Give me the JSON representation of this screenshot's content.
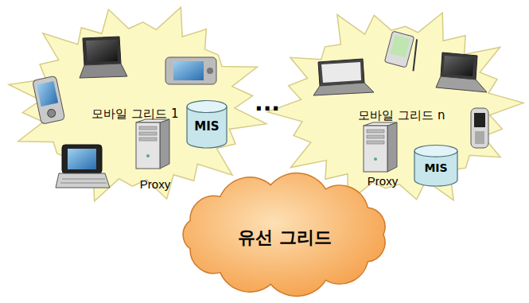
{
  "diagram": {
    "nodes": [
      {
        "text": [
          "모바일 그리드 1"
        ]
      },
      {
        "text": [
          "MIS"
        ],
        "in": 0
      },
      {
        "text": [
          "Proxy"
        ],
        "in": 0
      },
      {
        "text": [
          "모바일 그리드 n"
        ]
      },
      {
        "text": [
          "Proxy"
        ],
        "in": 3
      },
      {
        "text": [
          "MIS"
        ],
        "in": 3
      },
      {
        "text": [
          "유선 그리드"
        ]
      }
    ],
    "labels": [
      "···"
    ]
  }
}
